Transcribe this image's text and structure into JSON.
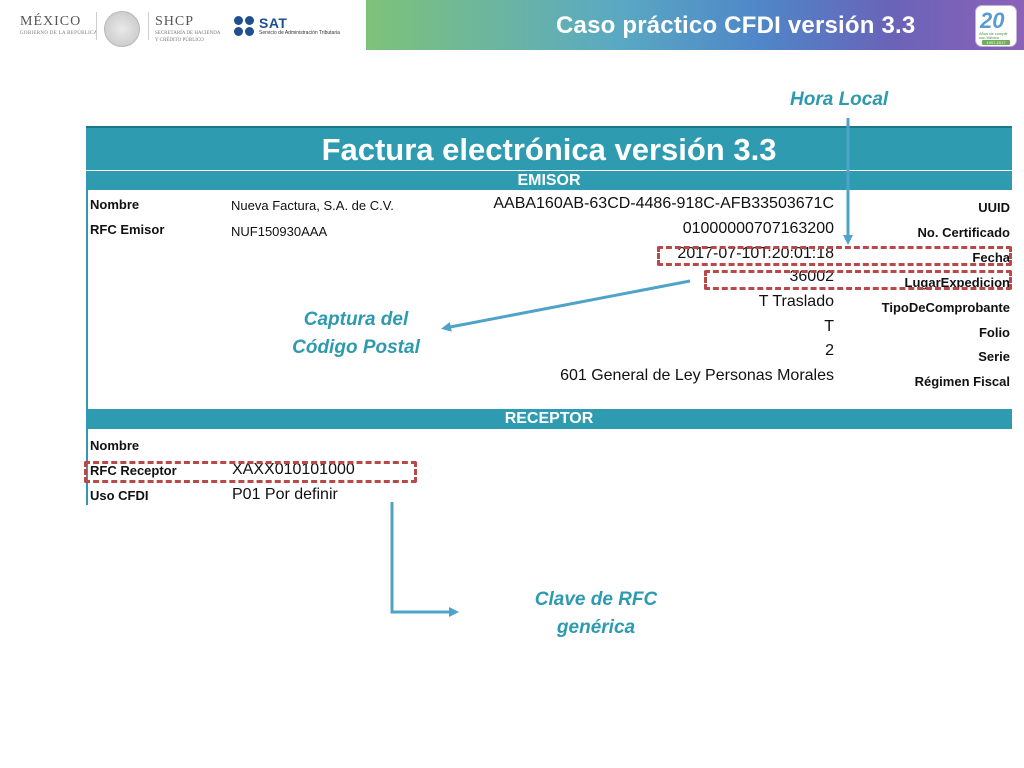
{
  "header": {
    "title": "Caso práctico CFDI versión 3.3",
    "gob_mexico": "MÉXICO",
    "gob_sub": "GOBIERNO DE LA REPÚBLICA",
    "shcp": "SHCP",
    "shcp_sub1": "SECRETARÍA DE HACIENDA",
    "shcp_sub2": "Y CRÉDITO PÚBLICO",
    "sat": "SAT",
    "sat_sub": "Servicio de Administración Tributaria",
    "badge_num": "20",
    "badge_sub": "Años de cumplir con México",
    "badge_years": "1997-2017"
  },
  "invoice": {
    "title": "Factura electrónica versión 3.3",
    "emisor_header": "EMISOR",
    "receptor_header": "RECEPTOR",
    "emisor_left": [
      {
        "label": "Nombre",
        "value": "Nueva Factura, S.A. de C.V."
      },
      {
        "label": "RFC Emisor",
        "value": "NUF150930AAA"
      }
    ],
    "emisor_right": [
      {
        "value": "AABA160AB-63CD-4486-918C-AFB33503671C",
        "label": "UUID"
      },
      {
        "value": "01000000707163200",
        "label": "No. Certificado"
      },
      {
        "value": "2017-07-10T:20:01:18",
        "label": "Fecha"
      },
      {
        "value": "36002",
        "label": "LugarExpedicion"
      },
      {
        "value": "T Traslado",
        "label": "TipoDeComprobante"
      },
      {
        "value": "T",
        "label": "Folio"
      },
      {
        "value": "2",
        "label": "Serie"
      },
      {
        "value": "601 General de Ley Personas Morales",
        "label": "Régimen Fiscal"
      }
    ],
    "receptor": [
      {
        "label": "Nombre",
        "value": ""
      },
      {
        "label": "RFC Receptor",
        "value": "XAXX010101000"
      },
      {
        "label": "Uso CFDI",
        "value": "P01 Por definir"
      }
    ]
  },
  "annotations": {
    "hora_local": "Hora Local",
    "codigo_postal_1": "Captura del",
    "codigo_postal_2": "Código Postal",
    "rfc_generica_1": "Clave de RFC",
    "rfc_generica_2": "genérica"
  },
  "colors": {
    "teal": "#2f9bb0",
    "annotation": "#2e9ab0",
    "dash_red": "#b94848"
  }
}
